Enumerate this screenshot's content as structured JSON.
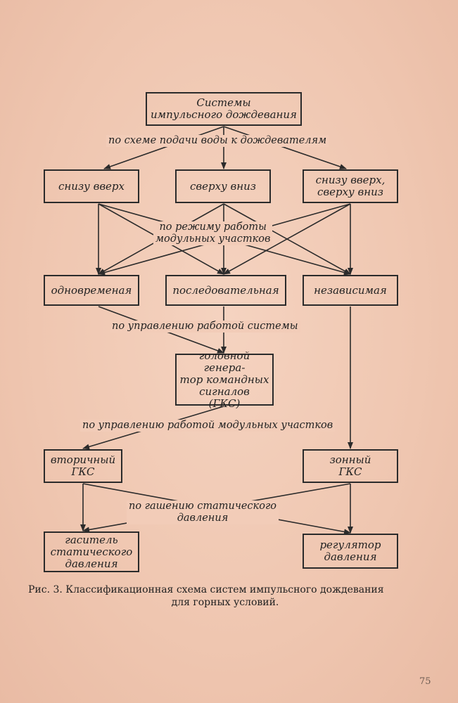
{
  "boxes": {
    "root": "Системы\nимпульсного дождевания",
    "top_down": "снизу вверх",
    "down": "сверху вниз",
    "both": "снизу вверх,\nсверху вниз",
    "simultaneous": "одновременая",
    "sequential": "последовательная",
    "independent": "независимая",
    "main_gen": "головной генера-\nтор командных\nсигналов\n(ГКС)",
    "secondary": "вторичный\nГКС",
    "zone": "зонный\nГКС",
    "quencher": "гаситель\nстатического\nдавления",
    "regulator": "регулятор\nдавления"
  },
  "labels": {
    "water_supply": "по схеме подачи воды к дождевателям",
    "module_mode": "по режиму работы\nмодульных участков",
    "system_control": "по управлению работой системы",
    "module_control": "по управлению работой модульных участков",
    "static_pressure": "по гашению статического\nдавления"
  },
  "caption": {
    "line1": "Рис. 3. Классификационная схема систем импульсного дождевания",
    "line2": "для горных условий."
  },
  "page_number": "75"
}
